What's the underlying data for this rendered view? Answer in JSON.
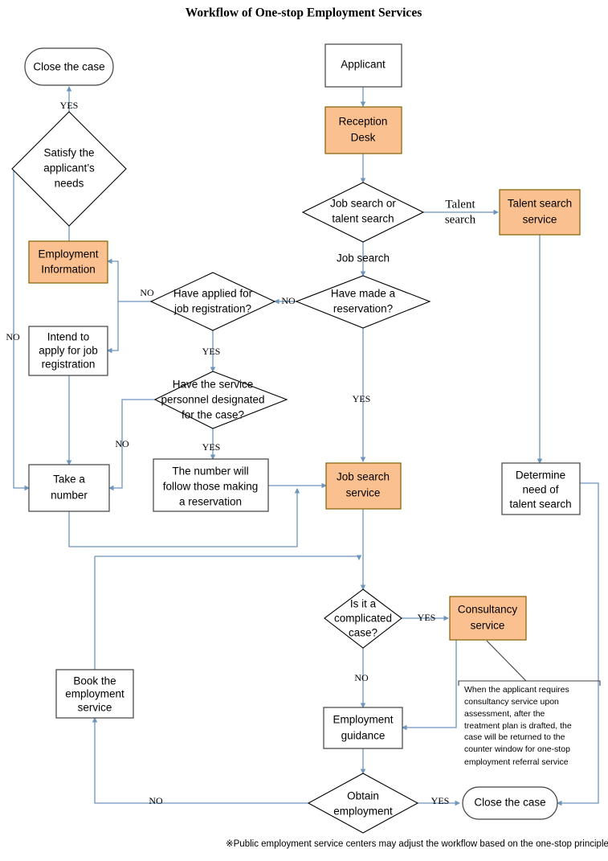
{
  "title": "Workflow of One-stop Employment Services",
  "footnote": "※Public employment service centers may adjust the workflow based on the one-stop principle.",
  "colors": {
    "fill_orange": "#FAC090",
    "fill_orange_border": "#806000",
    "connector_blue": "#6E95BC",
    "shape_border": "#404040",
    "text": "#000000",
    "background": "#FFFFFF"
  },
  "nodes": {
    "close_case_top": {
      "label": "Close the case",
      "shape": "terminator",
      "fill": "white"
    },
    "satisfy_needs": {
      "label": "Satisfy the applicant’s needs",
      "lines": [
        "Satisfy the",
        "applicant’s",
        "needs"
      ],
      "shape": "decision",
      "fill": "white"
    },
    "employment_information": {
      "label": "Employment Information",
      "lines": [
        "Employment",
        "Information"
      ],
      "shape": "process",
      "fill": "orange"
    },
    "intend_apply": {
      "label": "Intend to apply for job registration",
      "lines": [
        "Intend to",
        "apply for job",
        "registration"
      ],
      "shape": "process",
      "fill": "white"
    },
    "take_number": {
      "label": "Take a number",
      "lines": [
        "Take a",
        "number"
      ],
      "shape": "process",
      "fill": "white"
    },
    "applicant": {
      "label": "Applicant",
      "lines": [
        "Applicant"
      ],
      "shape": "process",
      "fill": "white"
    },
    "reception_desk": {
      "label": "Reception Desk",
      "lines": [
        "Reception",
        "Desk"
      ],
      "shape": "process",
      "fill": "orange"
    },
    "job_or_talent": {
      "label": "Job search or talent search",
      "lines": [
        "Job search or",
        "talent search"
      ],
      "shape": "decision",
      "fill": "white"
    },
    "talent_search_service": {
      "label": "Talent search service",
      "lines": [
        "Talent search",
        "service"
      ],
      "shape": "process",
      "fill": "orange"
    },
    "have_reservation": {
      "label": "Have made a reservation?",
      "lines": [
        "Have made a",
        "reservation?"
      ],
      "shape": "decision",
      "fill": "white"
    },
    "have_applied": {
      "label": "Have applied for job registration?",
      "lines": [
        "Have applied for",
        "job registration?"
      ],
      "shape": "decision",
      "fill": "white"
    },
    "service_personnel": {
      "label": "Have the service personnel designated for the case?",
      "lines": [
        "Have the service",
        "personnel designated",
        "for the case?"
      ],
      "shape": "decision",
      "fill": "white"
    },
    "number_follow": {
      "label": "The number will follow those making a reservation",
      "lines": [
        "The number will",
        "follow those making",
        "a reservation"
      ],
      "shape": "process",
      "fill": "white"
    },
    "job_search_service": {
      "label": "Job search service",
      "lines": [
        "Job search",
        "service"
      ],
      "shape": "process",
      "fill": "orange"
    },
    "determine_talent": {
      "label": "Determine need of talent search",
      "lines": [
        "Determine",
        "need of",
        "talent search"
      ],
      "shape": "process",
      "fill": "white"
    },
    "is_complicated": {
      "label": "Is it a complicated case?",
      "lines": [
        "Is it a",
        "complicated",
        "case?"
      ],
      "shape": "decision",
      "fill": "white"
    },
    "consultancy_service": {
      "label": "Consultancy service",
      "lines": [
        "Consultancy",
        "service"
      ],
      "shape": "process",
      "fill": "orange"
    },
    "employment_guidance": {
      "label": "Employment guidance",
      "lines": [
        "Employment",
        "guidance"
      ],
      "shape": "process",
      "fill": "white"
    },
    "book_service": {
      "label": "Book the employment service",
      "lines": [
        "Book the",
        "employment",
        "service"
      ],
      "shape": "process",
      "fill": "white"
    },
    "obtain_employment": {
      "label": "Obtain employment",
      "lines": [
        "Obtain",
        "employment"
      ],
      "shape": "decision",
      "fill": "white"
    },
    "close_case_bottom": {
      "label": "Close the case",
      "shape": "terminator",
      "fill": "white"
    }
  },
  "note": {
    "lines": [
      "When the applicant requires",
      "consultancy service upon",
      "assessment, after the",
      "treatment plan is drafted, the",
      "case will be returned to the",
      "counter window for one-stop",
      "employment referral service"
    ]
  },
  "edge_labels": {
    "yes_close_top": "YES",
    "no_satisfy_left": "NO",
    "talent_search": "Talent search",
    "job_search": "Job search",
    "no_reservation_right": "NO",
    "no_applied_left": "NO",
    "yes_applied_down": "YES",
    "no_personnel_left": "NO",
    "yes_personnel_down": "YES",
    "yes_reservation_down": "YES",
    "yes_complicated_right": "YES",
    "no_complicated_down": "NO",
    "no_obtain_left": "NO",
    "yes_obtain_right": "YES"
  }
}
